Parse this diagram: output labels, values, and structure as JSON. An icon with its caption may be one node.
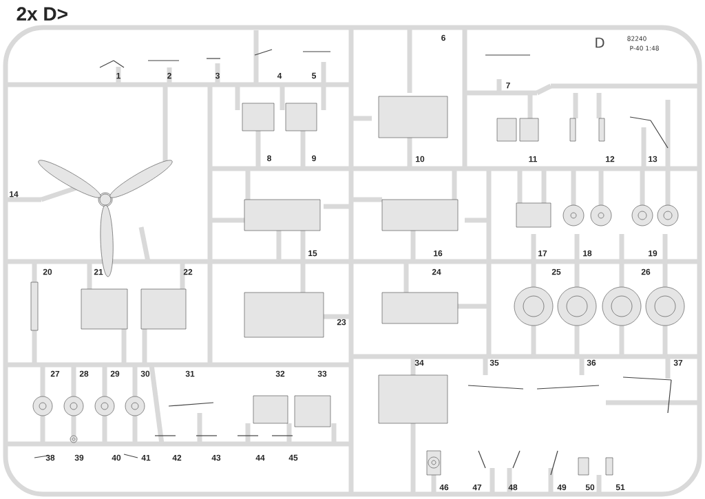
{
  "diagram": {
    "title": "2x D>",
    "labels": [
      "D",
      "82240",
      "P-40 1:48",
      "1",
      "2",
      "3",
      "4",
      "5",
      "6",
      "7",
      "8",
      "9",
      "10",
      "11",
      "12",
      "13",
      "14",
      "15",
      "16",
      "17",
      "18",
      "19",
      "20",
      "21",
      "22",
      "23",
      "24",
      "25",
      "26",
      "27",
      "28",
      "29",
      "30",
      "31",
      "32",
      "33",
      "34",
      "35",
      "36",
      "37",
      "38",
      "39",
      "40",
      "41",
      "42",
      "43",
      "44",
      "45",
      "46",
      "47",
      "48",
      "49",
      "50",
      "51"
    ]
  }
}
